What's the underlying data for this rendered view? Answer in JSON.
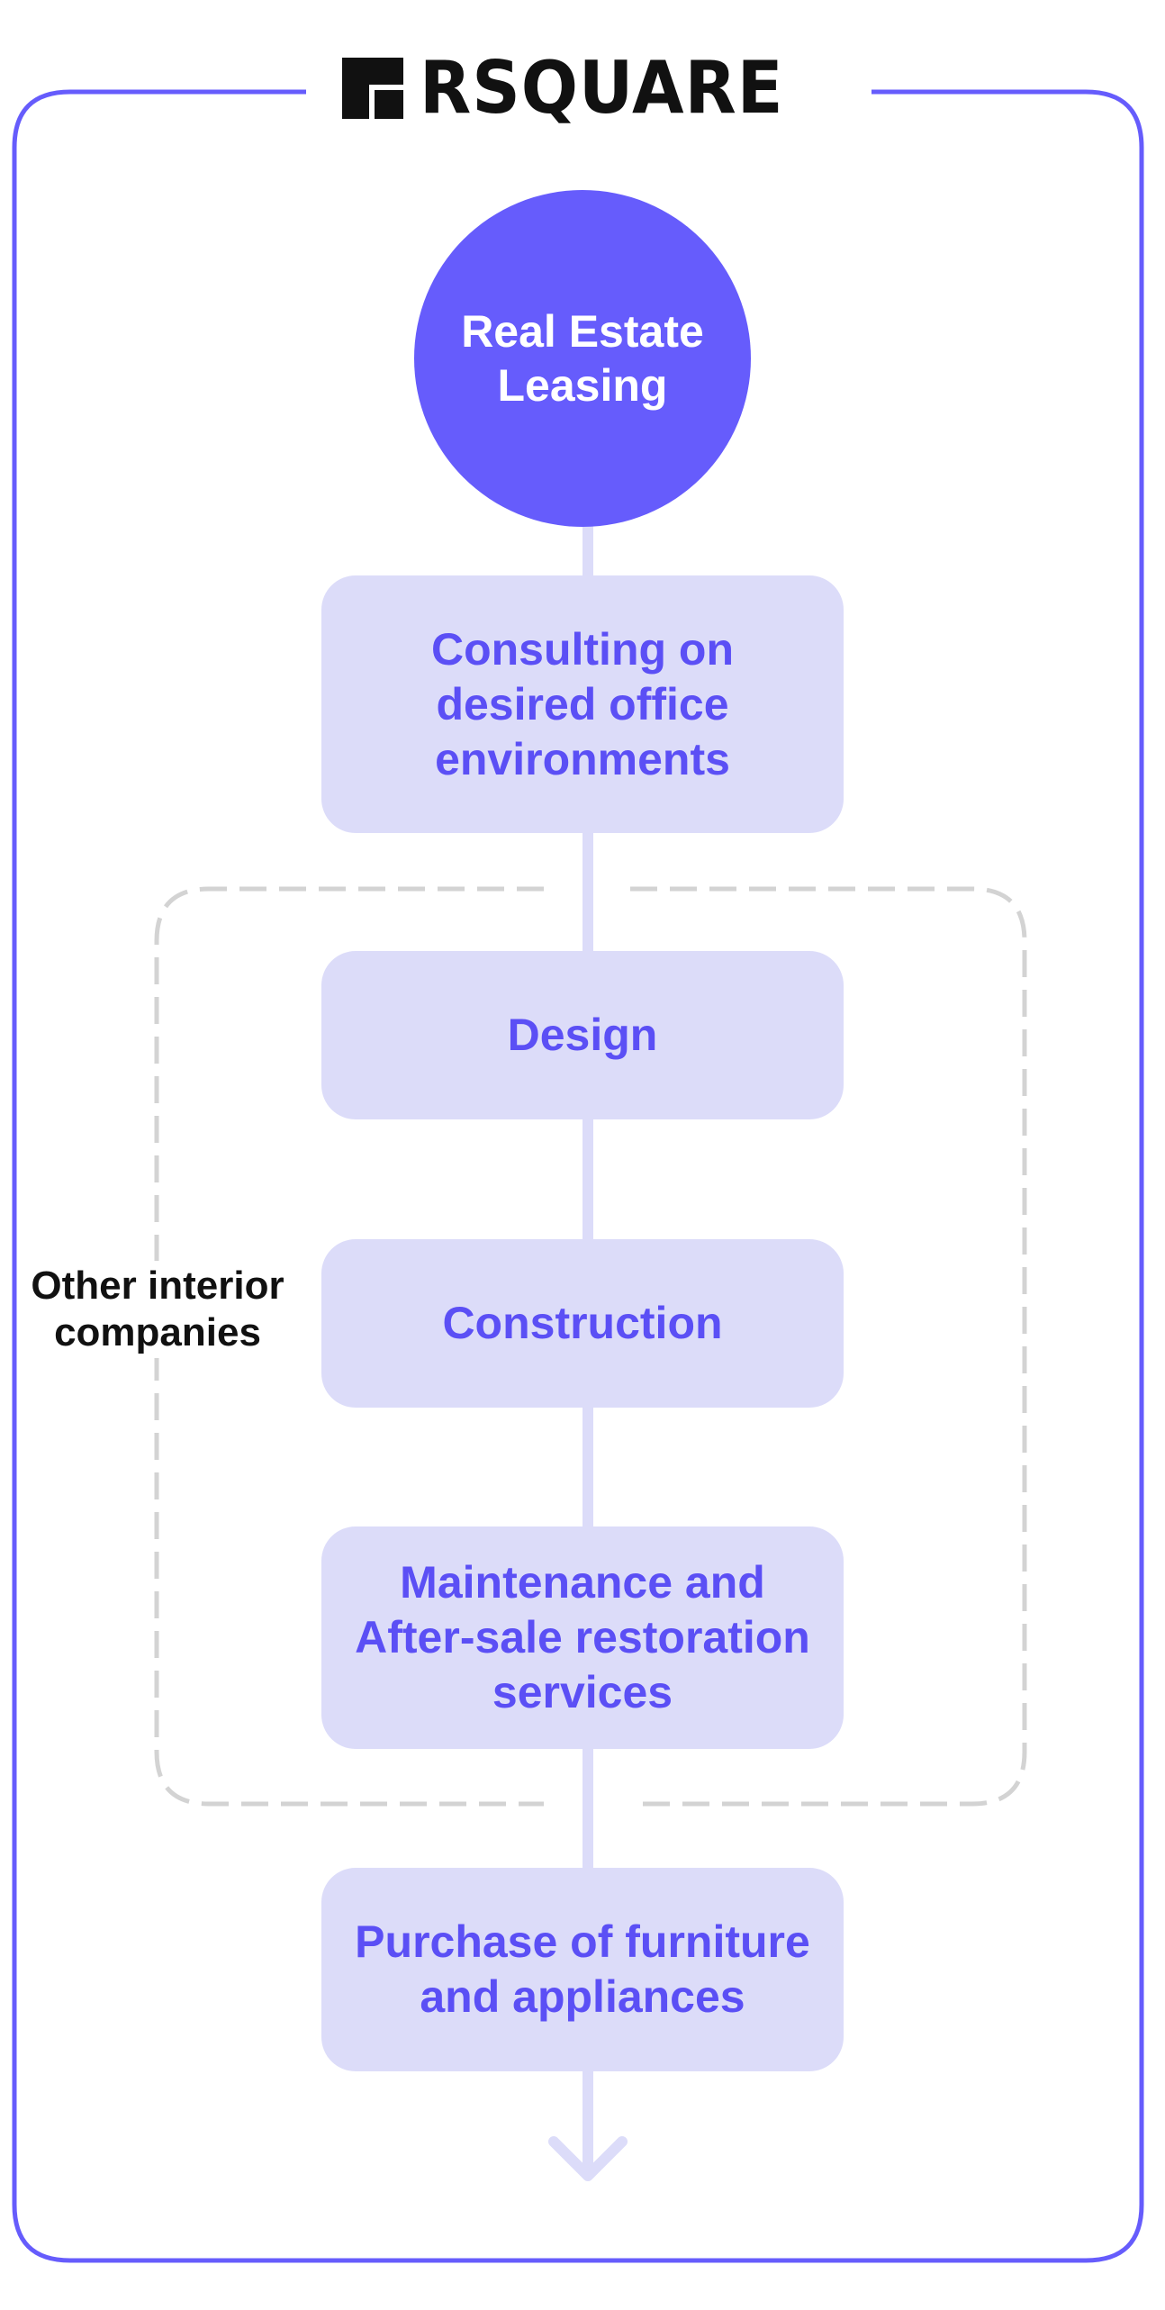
{
  "brand": {
    "name": "RSQUARE",
    "accent_color": "#665cfc",
    "step_fill_color": "#dcdcf9",
    "step_text_color": "#5b4ff5"
  },
  "diagram": {
    "start_node": "Real Estate Leasing",
    "steps": [
      "Consulting on desired office environments",
      "Design",
      "Construction",
      "Maintenance and After-sale restoration services",
      "Purchase of furniture and appliances"
    ],
    "group_label": "Other interior companies",
    "group_members": [
      "Design",
      "Construction",
      "Maintenance and After-sale restoration services"
    ]
  }
}
